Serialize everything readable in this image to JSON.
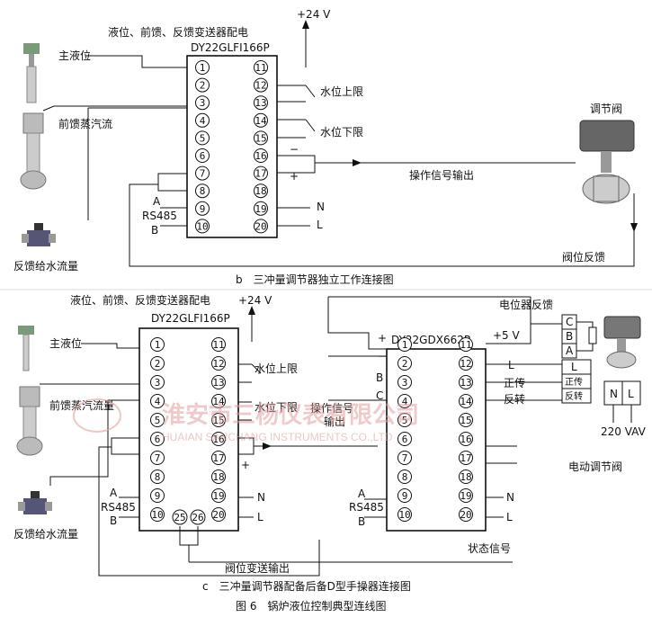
{
  "top": {
    "power_title": "液位、前馈、反馈变送器配电",
    "voltage": "+24 V",
    "model": "DY22GLFI166P",
    "left_terminals": [
      "1",
      "2",
      "3",
      "4",
      "5",
      "6",
      "7",
      "8",
      "9",
      "10"
    ],
    "right_terminals": [
      "11",
      "12",
      "13",
      "14",
      "15",
      "16",
      "17",
      "18",
      "19",
      "20"
    ],
    "sensor_main_level": "主液位",
    "sensor_feedforward": "前馈蒸汽流",
    "sensor_feedback": "反馈给水流量",
    "high_limit": "水位上限",
    "low_limit": "水位下限",
    "minus": "−",
    "plus": "+",
    "output_signal": "操作信号输出",
    "valve": "调节阀",
    "valve_feedback": "阀位反馈",
    "rs485": "RS485",
    "a": "A",
    "b": "B",
    "n": "N",
    "l": "L",
    "caption": "b　三冲量调节器独立工作连接图"
  },
  "bottom": {
    "power_title": "液位、前馈、反馈变送器配电",
    "voltage": "+24 V",
    "model": "DY22GLFI166P",
    "model2": "DY22GDX662P",
    "left_terminals": [
      "1",
      "2",
      "3",
      "4",
      "5",
      "6",
      "7",
      "8",
      "9",
      "10"
    ],
    "right_terminals": [
      "11",
      "12",
      "13",
      "14",
      "15",
      "16",
      "17",
      "18",
      "19",
      "20"
    ],
    "extra_terminals": [
      "25",
      "26"
    ],
    "sensor_main_level": "主液位",
    "sensor_feedforward": "前馈蒸汽流量",
    "sensor_feedback": "反馈给水流量",
    "high_limit": "水位上限",
    "low_limit": "水位下限",
    "operation_signal_output": [
      "操作信号",
      "输出"
    ],
    "plus": "+",
    "minus": "−",
    "plus5v": "+5 V",
    "l_label": "L",
    "forward": "正传",
    "reverse": "反转",
    "pot_feedback": "电位器反馈",
    "pot_letters": [
      "C",
      "B",
      "A"
    ],
    "ctrl_box": [
      "L",
      "正传",
      "反转"
    ],
    "power_box": [
      "N",
      "L"
    ],
    "power_220": "220 VAV",
    "electric_valve": "电动调节阀",
    "status_signal": "状态信号",
    "valve_transmit": "阀位变送输出",
    "rs485": "RS485",
    "a": "A",
    "b": "B",
    "n": "N",
    "l": "L",
    "caption": "c　三冲量调节器配备后备D型手操器连接图"
  },
  "figure_caption": "图 6　锅炉液位控制典型连线图",
  "watermark": {
    "cn": "淮安市三杨仪表有限公司",
    "en": "HUAIAN SANCHANG INSTRUMENTS CO.,LTD"
  }
}
